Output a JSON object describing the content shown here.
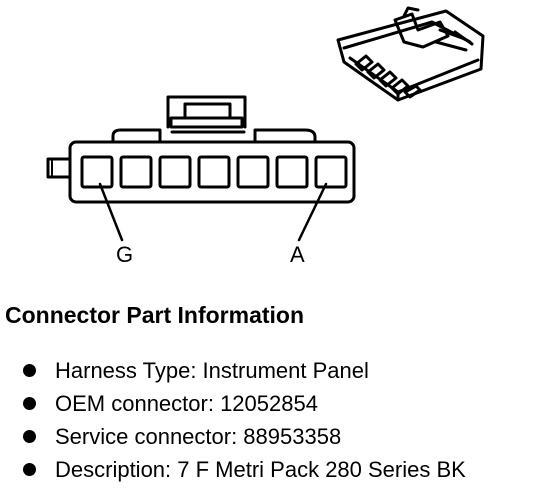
{
  "diagram": {
    "pin_labels": {
      "left": "G",
      "right": "A"
    },
    "cavity_count": 7
  },
  "info": {
    "title": "Connector Part Information",
    "items": [
      "Harness Type: Instrument Panel",
      "OEM connector: 12052854",
      "Service connector: 88953358",
      "Description: 7 F Metri Pack 280 Series BK"
    ]
  }
}
